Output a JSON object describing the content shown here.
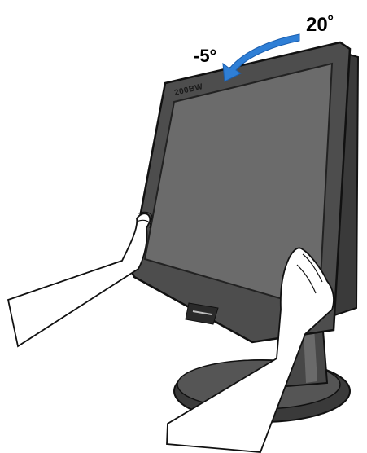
{
  "figure": {
    "tilt_back_label": "20˚",
    "tilt_forward_label": "-5°",
    "model_label": "200BW"
  },
  "colors": {
    "screen": "#6b6b6b",
    "bezel": "#4a4a4a",
    "bezel_edge": "#2e2e2e",
    "stand": "#3d3d3d",
    "arrow": "#2f7fd6",
    "hand_fill": "#ffffff",
    "outline": "#111111"
  }
}
